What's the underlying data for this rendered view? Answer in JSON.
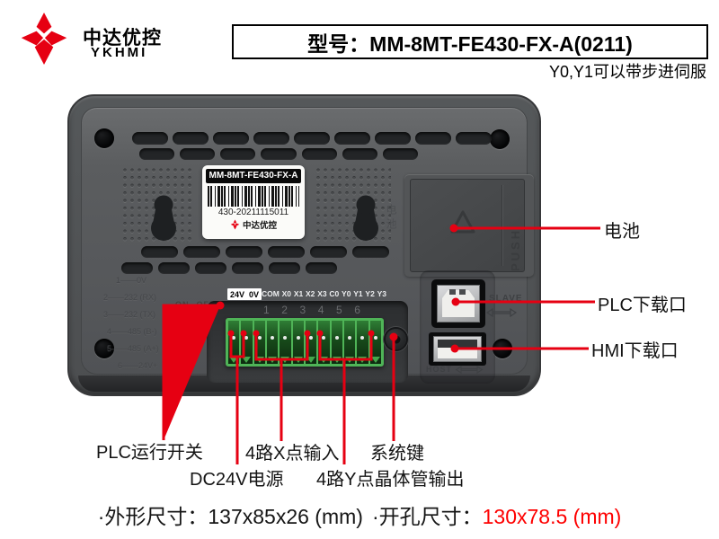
{
  "colors": {
    "brand_red": "#e60012",
    "annotation_red": "#e60012",
    "dimension_red": "#fe0000",
    "terminal_green": "#4fb457"
  },
  "header": {
    "brand": {
      "name_cn": "中达优控",
      "name_en": "YKHMI"
    },
    "model_box": "型号：MM-8MT-FE430-FX-A(0211)",
    "note": "Y0,Y1可以带步进伺服"
  },
  "device": {
    "sticker": {
      "model": "MM-8MT-FE430-FX-A",
      "serial": "430-20211115011",
      "brand": "中达优控"
    },
    "battery": {
      "push": "PUSH",
      "embossed_side": "电池"
    },
    "switch_labels": {
      "on": "ON",
      "off": "OFF"
    },
    "pinout": [
      "1——0V",
      "2——232 (RX)",
      "3——232 (TX)",
      "4——485 (B-)",
      "5——485 (A+)",
      "6——24V+"
    ],
    "terminals": {
      "power": [
        "24V",
        "0V"
      ],
      "io": [
        "COM",
        "X0",
        "X1",
        "X2",
        "X3",
        "C0",
        "Y0",
        "Y1",
        "Y2",
        "Y3"
      ],
      "numbers": [
        "1",
        "2",
        "3",
        "4",
        "5",
        "6"
      ]
    },
    "usb_b": "SLAVE",
    "usb_a": "HOST"
  },
  "callouts": {
    "battery": "电池",
    "plc_port": "PLC下载口",
    "hmi_port": "HMI下载口",
    "run_switch": "PLC运行开关",
    "dc24v": "DC24V电源",
    "x_input": "4路X点输入",
    "system_key": "系统键",
    "y_output": "4路Y点晶体管输出"
  },
  "footer": {
    "dim_label": "·外形尺寸：",
    "dim_value": "137x85x26 (mm)",
    "hole_label": "·开孔尺寸：",
    "hole_value": "130x78.5 (mm)"
  }
}
